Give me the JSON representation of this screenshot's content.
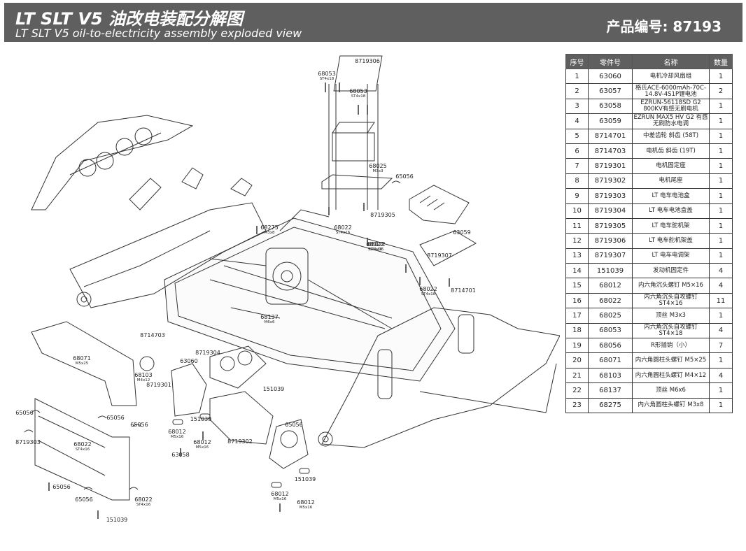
{
  "header": {
    "title_cn": "LT SLT V5 油改电装配分解图",
    "title_en": "LT SLT V5 oil-to-electricity assembly exploded view",
    "product_number": "产品编号: 87193"
  },
  "parts_table": {
    "columns": [
      "序号",
      "零件号",
      "名称",
      "数量"
    ],
    "rows": [
      [
        "1",
        "63060",
        "电机冷却风扇组",
        "1"
      ],
      [
        "2",
        "63057",
        "格氏ACE-6000mAh-70C-14.8V-4S1P锂电池",
        "2"
      ],
      [
        "3",
        "63058",
        "EZRUN-56118SD G2 800KV有感无刷电机",
        "1"
      ],
      [
        "4",
        "63059",
        "EZRUN MAX5 HV G2 有感无刷防水电调",
        "1"
      ],
      [
        "5",
        "8714701",
        "中差齿轮 斜齿 (58T)",
        "1"
      ],
      [
        "6",
        "8714703",
        "电机齿 斜齿 (19T)",
        "1"
      ],
      [
        "7",
        "8719301",
        "电机固定座",
        "1"
      ],
      [
        "8",
        "8719302",
        "电机尾座",
        "1"
      ],
      [
        "9",
        "8719303",
        "LT 电车电池盒",
        "1"
      ],
      [
        "10",
        "8719304",
        "LT 电车电池盒盖",
        "1"
      ],
      [
        "11",
        "8719305",
        "LT 电车舵机架",
        "1"
      ],
      [
        "12",
        "8719306",
        "LT 电车舵机架盖",
        "1"
      ],
      [
        "13",
        "8719307",
        "LT 电车电调架",
        "1"
      ],
      [
        "14",
        "151039",
        "发动机固定件",
        "4"
      ],
      [
        "15",
        "68012",
        "内六角沉头螺钉 M5×16",
        "4"
      ],
      [
        "16",
        "68022",
        "内六角沉头自攻螺钉 ST4×16",
        "11"
      ],
      [
        "17",
        "68025",
        "顶丝 M3x3",
        "1"
      ],
      [
        "18",
        "68053",
        "内六角沉头自攻螺钉 ST4×18",
        "4"
      ],
      [
        "19",
        "68056",
        "R形插销（小）",
        "7"
      ],
      [
        "20",
        "68071",
        "内六角圆柱头螺钉 M5×25",
        "1"
      ],
      [
        "21",
        "68103",
        "内六角圆柱头螺钉 M4×12",
        "4"
      ],
      [
        "22",
        "68137",
        "顶丝 M6x6",
        "1"
      ],
      [
        "23",
        "68275",
        "内六角圆柱头螺钉 M3x8",
        "1"
      ]
    ]
  },
  "callouts": [
    {
      "text": "8719306"
    },
    {
      "text": "68053",
      "sub": "ST4x18"
    },
    {
      "text": "68053",
      "sub": "ST4x18"
    },
    {
      "text": "68025",
      "sub": "M3x3"
    },
    {
      "text": "65056"
    },
    {
      "text": "8719305"
    },
    {
      "text": "63059"
    },
    {
      "text": "68022",
      "sub": "ST4x16"
    },
    {
      "text": "68022",
      "sub": "ST4x16"
    },
    {
      "text": "8719307"
    },
    {
      "text": "68275",
      "sub": "M3x8"
    },
    {
      "text": "68022",
      "sub": "ST4x16"
    },
    {
      "text": "68022",
      "sub": "ST4x16"
    },
    {
      "text": "8714701"
    },
    {
      "text": "68137",
      "sub": "M6x6"
    },
    {
      "text": "8714703"
    },
    {
      "text": "68103",
      "sub": "M4x12"
    },
    {
      "text": "8719301"
    },
    {
      "text": "63060"
    },
    {
      "text": "8719304"
    },
    {
      "text": "68071",
      "sub": "M5x25"
    },
    {
      "text": "151039"
    },
    {
      "text": "151039"
    },
    {
      "text": "68012",
      "sub": "M5x16"
    },
    {
      "text": "68012",
      "sub": "M5x16"
    },
    {
      "text": "63058"
    },
    {
      "text": "8719302"
    },
    {
      "text": "65056"
    },
    {
      "text": "65056"
    },
    {
      "text": "65056"
    },
    {
      "text": "65056"
    },
    {
      "text": "8719303"
    },
    {
      "text": "68022",
      "sub": "ST4x16"
    },
    {
      "text": "65056"
    },
    {
      "text": "65056"
    },
    {
      "text": "68022",
      "sub": "ST4x16"
    },
    {
      "text": "151039"
    },
    {
      "text": "151039"
    },
    {
      "text": "68012",
      "sub": "M5x16"
    },
    {
      "text": "68012",
      "sub": "M5x16"
    }
  ]
}
